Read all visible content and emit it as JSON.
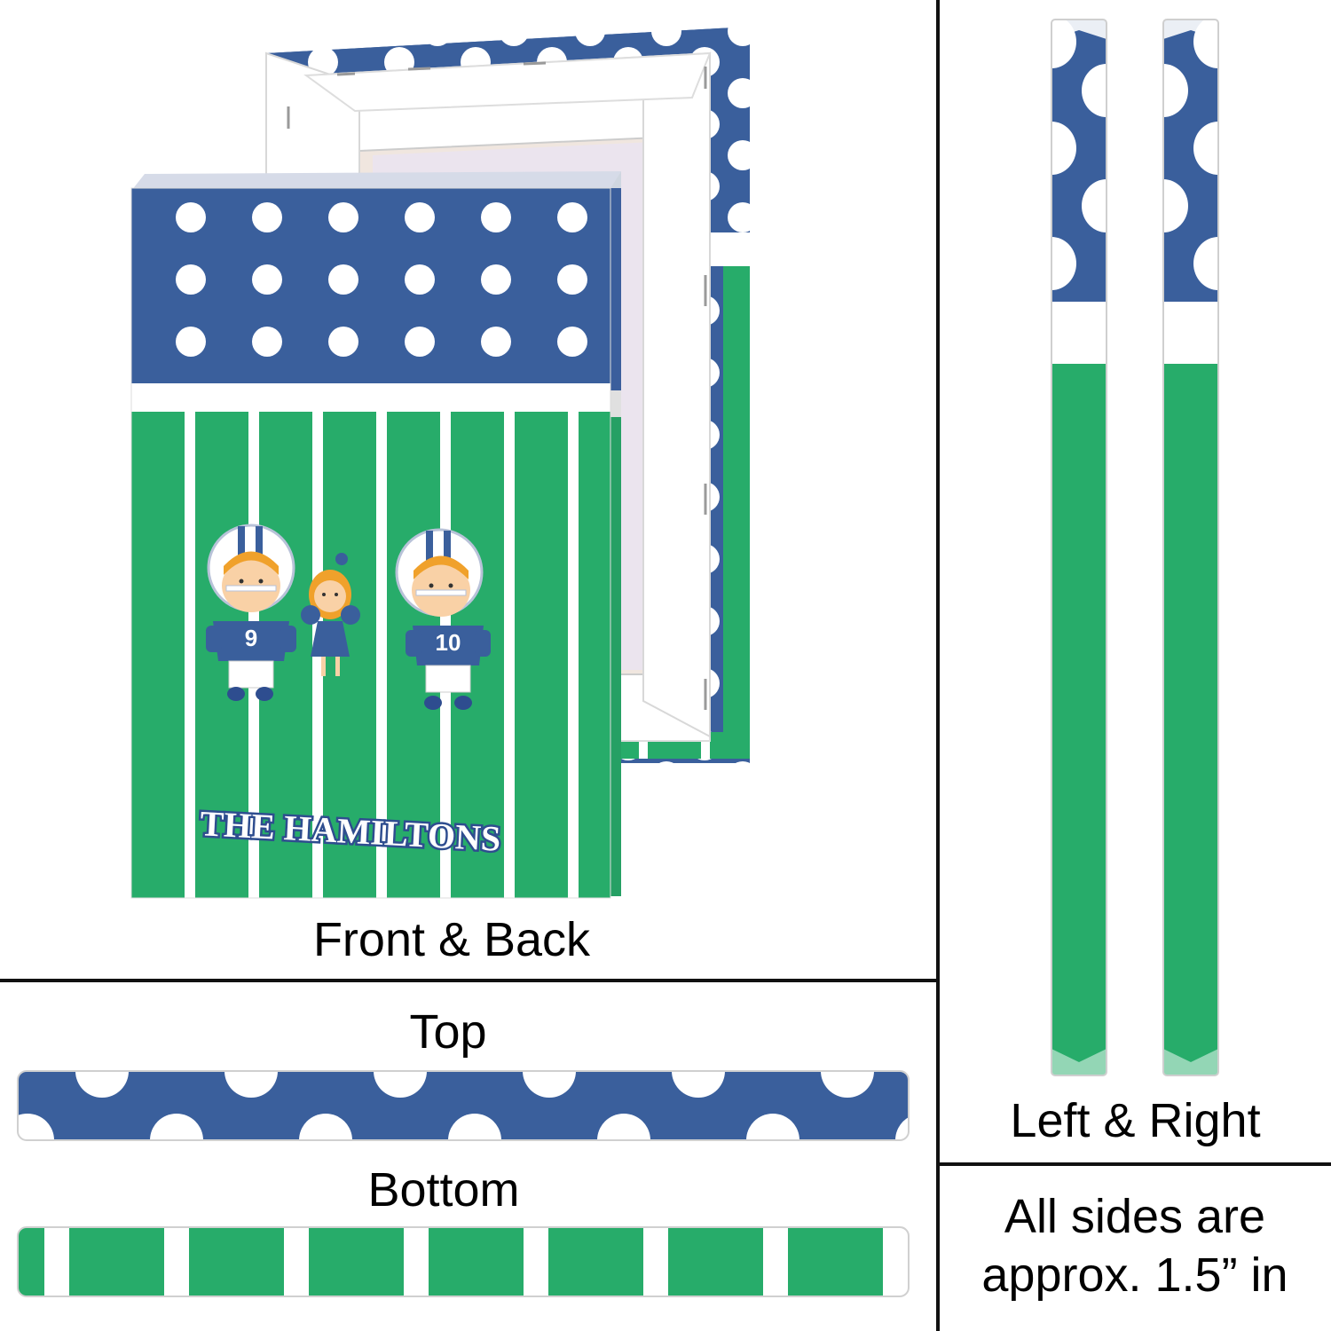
{
  "colors": {
    "blue": "#3a5f9c",
    "green": "#27ac6a",
    "white": "#ffffff",
    "navy": "#2e4d8f",
    "skin": "#f9d1a6",
    "hair": "#f0a12b",
    "divider": "#111111"
  },
  "labels": {
    "front_back": "Front & Back",
    "top": "Top",
    "bottom": "Bottom",
    "left_right": "Left & Right",
    "note": "All sides are approx. 1.5” in"
  },
  "canvas": {
    "name_text": "THE HAMILTONS",
    "player1_number": "9",
    "player2_number": "10"
  }
}
